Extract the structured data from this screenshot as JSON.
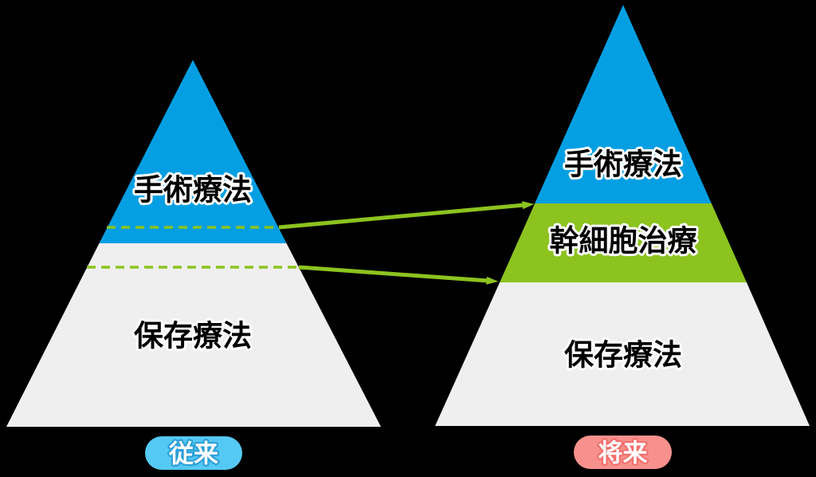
{
  "colors": {
    "background": "#000000",
    "blue": "#049FE3",
    "green": "#8CC31F",
    "gray": "#EFEFEF",
    "arrow_green": "#8CC31F",
    "dashed_line_green": "#8CC31F",
    "pill_blue": "#55C9F4",
    "pill_blue_outline": "#2D9FD8",
    "pill_pink": "#F8918D",
    "pill_pink_outline": "#F2706C",
    "section_label_fill": "#000000",
    "section_label_outline": "#FFFFFF",
    "pill_label_fill": "#FFFFFF"
  },
  "left_pyramid": {
    "tag": "従来",
    "sections": [
      {
        "label": "手術療法"
      },
      {
        "label": "保存療法"
      }
    ]
  },
  "right_pyramid": {
    "tag": "将来",
    "sections": [
      {
        "label": "手術療法"
      },
      {
        "label": "幹細胞治療"
      },
      {
        "label": "保存療法"
      }
    ]
  }
}
